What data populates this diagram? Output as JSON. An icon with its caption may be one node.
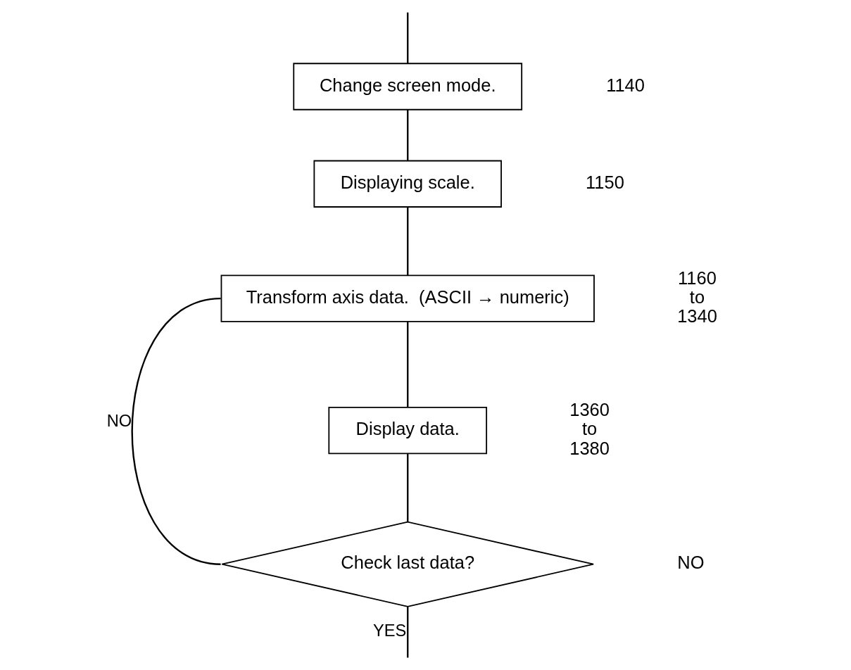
{
  "diagram": {
    "nodes": [
      {
        "text": [
          "Change screen mode."
        ]
      },
      {
        "text": [
          "Displaying scale."
        ]
      },
      {
        "text": [
          "Transform axis data.  (ASCII → numeric)"
        ]
      },
      {
        "text": [
          "Display data."
        ]
      },
      {
        "text": [
          "Check last data?"
        ]
      }
    ],
    "edges": [
      {
        "from": null,
        "to": 0,
        "arrow": "none"
      },
      {
        "from": 0,
        "to": 1,
        "arrow": "none"
      },
      {
        "from": 1,
        "to": 2,
        "arrow": "none"
      },
      {
        "from": 2,
        "to": 3,
        "arrow": "none"
      },
      {
        "from": 3,
        "to": 4,
        "arrow": "none"
      },
      {
        "from": 4,
        "to": 2,
        "arrow": "none",
        "label": "NO"
      },
      {
        "from": 4,
        "to": null,
        "arrow": "none",
        "label": "YES"
      }
    ],
    "labels": [
      "1140",
      "1150",
      "1160 to 1340",
      "1360 to 1380",
      "NO"
    ]
  }
}
